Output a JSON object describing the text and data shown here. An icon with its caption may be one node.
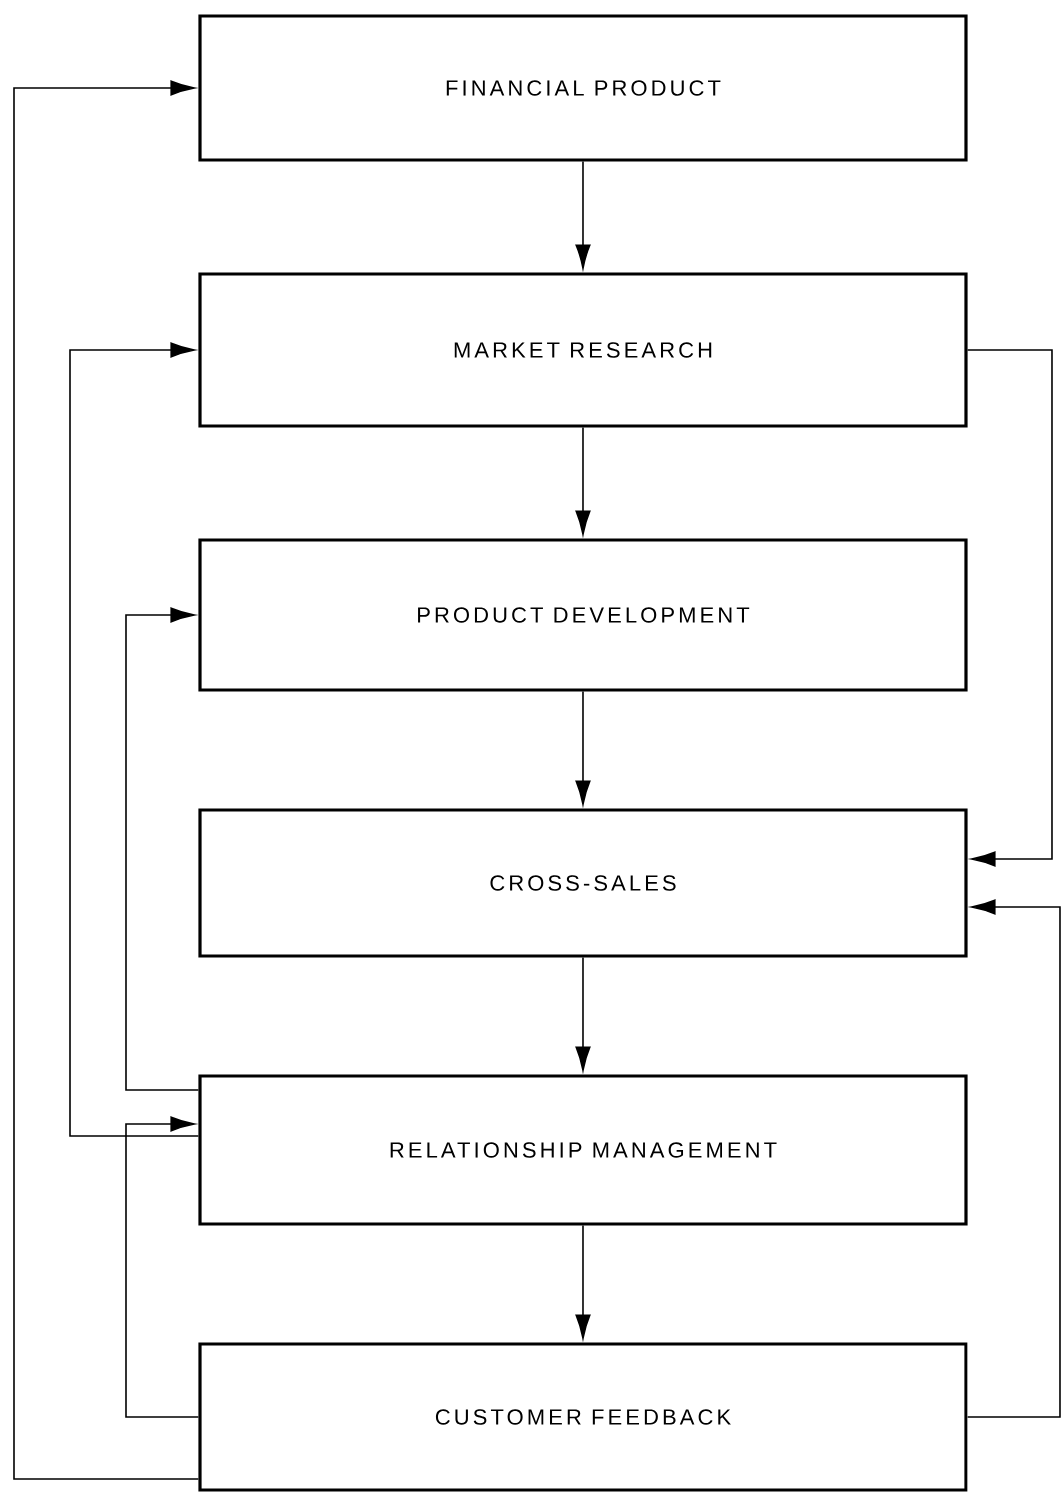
{
  "diagram": {
    "nodes": [
      {
        "text": [
          "FINANCIAL PRODUCT"
        ]
      },
      {
        "text": [
          "MARKET RESEARCH"
        ]
      },
      {
        "text": [
          "PRODUCT DEVELOPMENT"
        ]
      },
      {
        "text": [
          "CROSS-SALES"
        ]
      },
      {
        "text": [
          "RELATIONSHIP MANAGEMENT"
        ]
      },
      {
        "text": [
          "CUSTOMER FEEDBACK"
        ]
      }
    ],
    "edges": [
      {
        "from": 0,
        "to": 1,
        "arrow": "to"
      },
      {
        "from": 1,
        "to": 2,
        "arrow": "to"
      },
      {
        "from": 2,
        "to": 3,
        "arrow": "to"
      },
      {
        "from": 3,
        "to": 4,
        "arrow": "to"
      },
      {
        "from": 4,
        "to": 5,
        "arrow": "to"
      },
      {
        "from": 4,
        "to": 2,
        "arrow": "to"
      },
      {
        "from": 4,
        "to": 1,
        "arrow": "to"
      },
      {
        "from": 5,
        "to": 4,
        "arrow": "to"
      },
      {
        "from": 5,
        "to": 0,
        "arrow": "to"
      },
      {
        "from": 1,
        "to": 3,
        "arrow": "to"
      },
      {
        "from": 5,
        "to": 3,
        "arrow": "to"
      }
    ]
  }
}
